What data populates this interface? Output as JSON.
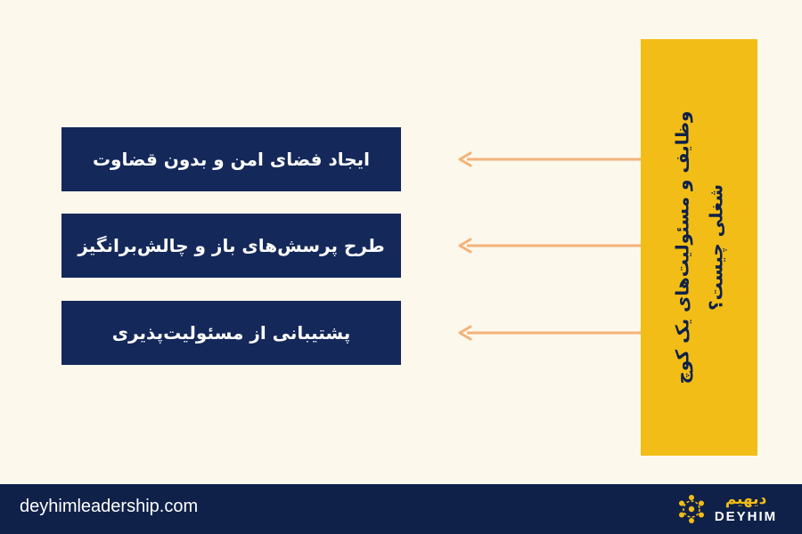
{
  "diagram": {
    "source": {
      "line1": "وظایف و مسئولیت‌های یک کوچ",
      "line2": "شغلی چیست؟"
    },
    "items": [
      {
        "label": "ایجاد فضای امن و بدون قضاوت"
      },
      {
        "label": "طرح پرسش‌های باز و چالش‌برانگیز"
      },
      {
        "label": "پشتیبانی از مسئولیت‌پذیری"
      }
    ],
    "colors": {
      "source_bg": "#f2bd16",
      "item_bg": "#14285a",
      "arrow": "#f3b27a",
      "background": "#fdf8ec"
    }
  },
  "footer": {
    "url": "deyhimleadership.com",
    "logo_fa": "دیهیم",
    "logo_en": "DEYHIM",
    "logo_icon": "people-circle-icon"
  }
}
